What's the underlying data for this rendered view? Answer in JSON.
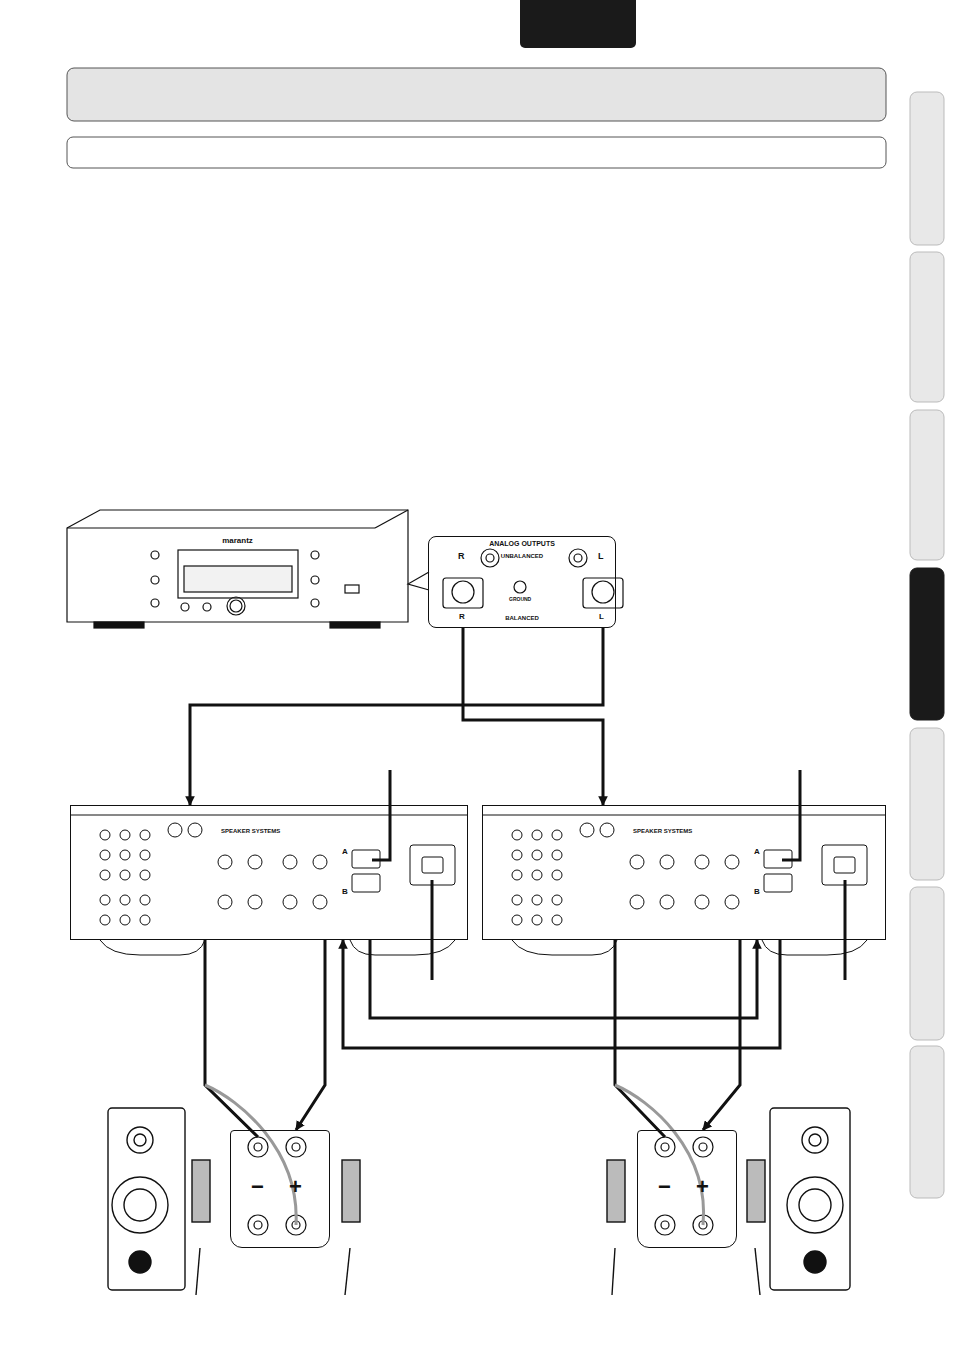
{
  "diagram": {
    "nodes": [
      {
        "text": [
          "marantz"
        ]
      },
      {
        "text": [
          "ANALOG OUTPUTS",
          "UNBALANCED",
          "BALANCED"
        ]
      },
      {
        "text": [
          "SPEAKER SYSTEMS"
        ]
      },
      {
        "text": [
          "SPEAKER SYSTEMS"
        ]
      },
      {
        "text": [
          "−",
          "+"
        ]
      },
      {
        "text": [
          "−",
          "+"
        ]
      }
    ],
    "edges": [
      {
        "from": 1,
        "to": 2,
        "arrow": "to"
      },
      {
        "from": 1,
        "to": 3,
        "arrow": "to"
      },
      {
        "from": 2,
        "to": 3,
        "arrow": "to"
      },
      {
        "from": 3,
        "to": 2,
        "arrow": "to"
      },
      {
        "from": 2,
        "to": 4,
        "arrow": "to"
      },
      {
        "from": 3,
        "to": 5,
        "arrow": "to"
      }
    ],
    "labels": [
      "R",
      "L",
      "R",
      "L",
      "GROUND",
      "A",
      "B",
      "A",
      "B"
    ]
  }
}
